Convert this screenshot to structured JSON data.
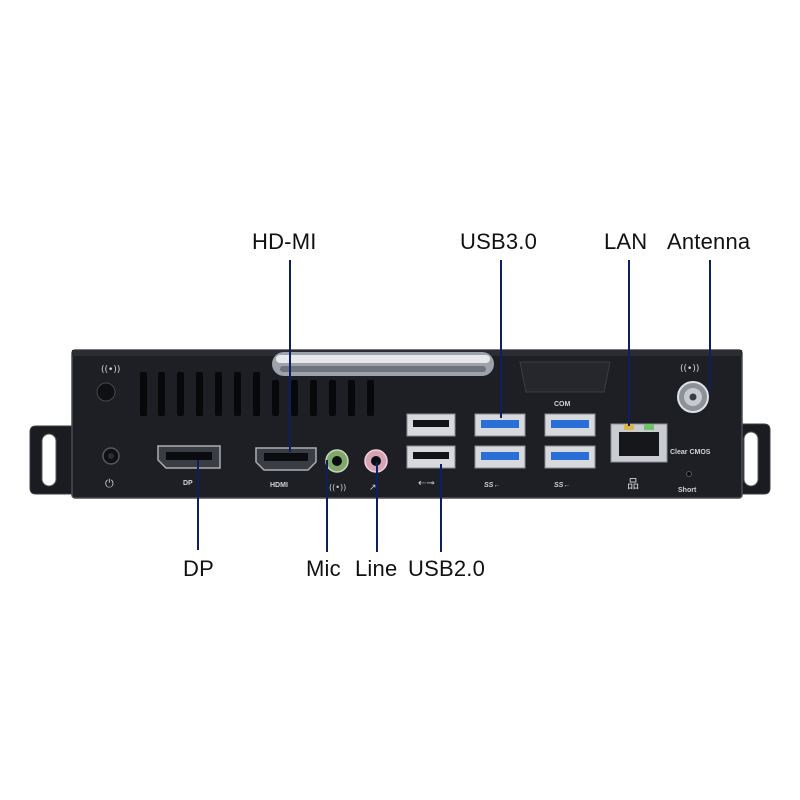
{
  "callouts": {
    "hdmi": "HD-MI",
    "usb30": "USB3.0",
    "lan": "LAN",
    "antenna": "Antenna",
    "dp": "DP",
    "mic": "Mic",
    "line": "Line",
    "usb20": "USB2.0"
  },
  "panel_marks": {
    "dp": "DP",
    "hdmi": "HDMI",
    "com": "COM",
    "usb3_a": "SS←",
    "usb3_b": "SS←",
    "clear_cmos": "Clear CMOS",
    "short": "Short"
  },
  "colors": {
    "chassis": "#1d1f24",
    "usb3_blue": "#2a6fd6",
    "mic_ring": "#7fa86a",
    "line_ring": "#d9a3b6",
    "leader_line": "#0d1f5c"
  }
}
